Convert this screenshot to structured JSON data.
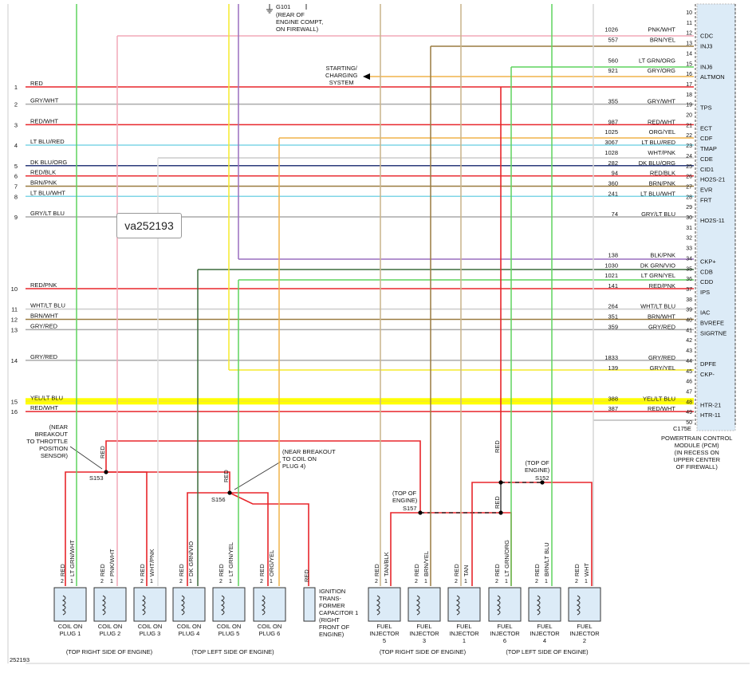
{
  "watermark_tag": "va252193",
  "doc_number": "252193",
  "ground": {
    "id": "G101",
    "desc": "(REAR OF\nENGINE COMPT,\nON FIREWALL)"
  },
  "starting_charging": "STARTING/\nCHARGING\nSYSTEM",
  "pcm": {
    "connector": "C175E",
    "desc": "POWERTRAIN CONTROL\nMODULE (PCM)\n(IN RECESS ON\nUPPER CENTER\nOF FIREWALL)"
  },
  "left_wires": [
    {
      "n": "1",
      "color": "RED"
    },
    {
      "n": "2",
      "color": "GRY/WHT"
    },
    {
      "n": "3",
      "color": "RED/WHT"
    },
    {
      "n": "4",
      "color": "LT BLU/RED"
    },
    {
      "n": "5",
      "color": "DK BLU/ORG"
    },
    {
      "n": "6",
      "color": "RED/BLK"
    },
    {
      "n": "7",
      "color": "BRN/PNK"
    },
    {
      "n": "8",
      "color": "LT BLU/WHT"
    },
    {
      "n": "9",
      "color": "GRY/LT BLU"
    },
    {
      "n": "10",
      "color": "RED/PNK"
    },
    {
      "n": "11",
      "color": "WHT/LT BLU"
    },
    {
      "n": "12",
      "color": "BRN/WHT"
    },
    {
      "n": "13",
      "color": "GRY/RED"
    },
    {
      "n": "14",
      "color": "GRY/RED"
    },
    {
      "n": "15",
      "color": "YEL/LT BLU"
    },
    {
      "n": "16",
      "color": "RED/WHT"
    }
  ],
  "pcm_pins": [
    {
      "pin": "10",
      "circuit": "",
      "color": "",
      "name": ""
    },
    {
      "pin": "11",
      "circuit": "",
      "color": "",
      "name": ""
    },
    {
      "pin": "12",
      "circuit": "1026",
      "color": "PNK/WHT",
      "name": "CDC"
    },
    {
      "pin": "13",
      "circuit": "557",
      "color": "BRN/YEL",
      "name": "INJ3"
    },
    {
      "pin": "14",
      "circuit": "",
      "color": "",
      "name": ""
    },
    {
      "pin": "15",
      "circuit": "560",
      "color": "LT GRN/ORG",
      "name": "INJ6"
    },
    {
      "pin": "16",
      "circuit": "921",
      "color": "GRY/ORG",
      "name": "ALTMON"
    },
    {
      "pin": "17",
      "circuit": "",
      "color": "",
      "name": ""
    },
    {
      "pin": "18",
      "circuit": "",
      "color": "",
      "name": ""
    },
    {
      "pin": "19",
      "circuit": "355",
      "color": "GRY/WHT",
      "name": "TPS"
    },
    {
      "pin": "20",
      "circuit": "",
      "color": "",
      "name": ""
    },
    {
      "pin": "21",
      "circuit": "987",
      "color": "RED/WHT",
      "name": "ECT"
    },
    {
      "pin": "22",
      "circuit": "1025",
      "color": "ORG/YEL",
      "name": "CDF"
    },
    {
      "pin": "23",
      "circuit": "3067",
      "color": "LT BLU/RED",
      "name": "TMAP"
    },
    {
      "pin": "24",
      "circuit": "1028",
      "color": "WHT/PNK",
      "name": "CDE"
    },
    {
      "pin": "25",
      "circuit": "282",
      "color": "DK BLU/ORG",
      "name": "CID1"
    },
    {
      "pin": "26",
      "circuit": "94",
      "color": "RED/BLK",
      "name": "HO2S-21"
    },
    {
      "pin": "27",
      "circuit": "360",
      "color": "BRN/PNK",
      "name": "EVR"
    },
    {
      "pin": "28",
      "circuit": "241",
      "color": "LT BLU/WHT",
      "name": "FRT"
    },
    {
      "pin": "29",
      "circuit": "",
      "color": "",
      "name": ""
    },
    {
      "pin": "30",
      "circuit": "74",
      "color": "GRY/LT BLU",
      "name": "HO2S-11"
    },
    {
      "pin": "31",
      "circuit": "",
      "color": "",
      "name": ""
    },
    {
      "pin": "32",
      "circuit": "",
      "color": "",
      "name": ""
    },
    {
      "pin": "33",
      "circuit": "",
      "color": "",
      "name": ""
    },
    {
      "pin": "34",
      "circuit": "138",
      "color": "BLK/PNK",
      "name": "CKP+"
    },
    {
      "pin": "35",
      "circuit": "1030",
      "color": "DK GRN/VIO",
      "name": "CDB"
    },
    {
      "pin": "36",
      "circuit": "1021",
      "color": "LT GRN/YEL",
      "name": "CDD"
    },
    {
      "pin": "37",
      "circuit": "141",
      "color": "RED/PNK",
      "name": "IPS"
    },
    {
      "pin": "38",
      "circuit": "",
      "color": "",
      "name": ""
    },
    {
      "pin": "39",
      "circuit": "264",
      "color": "WHT/LT BLU",
      "name": "IAC"
    },
    {
      "pin": "40",
      "circuit": "351",
      "color": "BRN/WHT",
      "name": "BVREFE"
    },
    {
      "pin": "41",
      "circuit": "359",
      "color": "GRY/RED",
      "name": "SIGRTNE"
    },
    {
      "pin": "42",
      "circuit": "",
      "color": "",
      "name": ""
    },
    {
      "pin": "43",
      "circuit": "",
      "color": "",
      "name": ""
    },
    {
      "pin": "44",
      "circuit": "1833",
      "color": "GRY/RED",
      "name": "DPFE"
    },
    {
      "pin": "45",
      "circuit": "139",
      "color": "GRY/YEL",
      "name": "CKP-"
    },
    {
      "pin": "46",
      "circuit": "",
      "color": "",
      "name": ""
    },
    {
      "pin": "47",
      "circuit": "",
      "color": "",
      "name": ""
    },
    {
      "pin": "48",
      "circuit": "388",
      "color": "YEL/LT BLU",
      "name": "HTR-21"
    },
    {
      "pin": "49",
      "circuit": "387",
      "color": "RED/WHT",
      "name": "HTR-11"
    },
    {
      "pin": "50",
      "circuit": "",
      "color": "",
      "name": ""
    }
  ],
  "splices": {
    "s153": {
      "id": "S153",
      "note": "(NEAR\nBREAKOUT\nTO THROTTLE\nPOSITION\nSENSOR)"
    },
    "s156": {
      "id": "S156",
      "note": "(NEAR BREAKOUT\nTO COIL ON\nPLUG 4)"
    },
    "s157": {
      "id": "S157",
      "note": "(TOP OF\nENGINE)"
    },
    "s152": {
      "id": "S152",
      "note": "(TOP OF\nENGINE)"
    }
  },
  "splice_wire_label": "RED",
  "components": [
    {
      "name": "COIL ON\nPLUG 1",
      "pin2": "RED",
      "pin1": "LT GRN/WHT"
    },
    {
      "name": "COIL ON\nPLUG 2",
      "pin2": "RED",
      "pin1": "PNK/WHT"
    },
    {
      "name": "COIL ON\nPLUG 3",
      "pin2": "RED",
      "pin1": "WHT/PNK"
    },
    {
      "name": "COIL ON\nPLUG 4",
      "pin2": "RED",
      "pin1": "DK GRN/VIO"
    },
    {
      "name": "COIL ON\nPLUG 5",
      "pin2": "RED",
      "pin1": "LT GRN/YEL"
    },
    {
      "name": "COIL ON\nPLUG 6",
      "pin2": "RED",
      "pin1": "ORG/YEL"
    },
    {
      "name": "FUEL\nINJECTOR\n5",
      "pin2": "RED",
      "pin1": "TAN/BLK"
    },
    {
      "name": "FUEL\nINJECTOR\n3",
      "pin2": "RED",
      "pin1": "BRN/YEL"
    },
    {
      "name": "FUEL\nINJECTOR\n1",
      "pin2": "RED",
      "pin1": "TAN"
    },
    {
      "name": "FUEL\nINJECTOR\n6",
      "pin2": "RED",
      "pin1": "LT GRN/ORG"
    },
    {
      "name": "FUEL\nINJECTOR\n4",
      "pin2": "RED",
      "pin1": "BRN/LT BLU"
    },
    {
      "name": "FUEL\nINJECTOR\n2",
      "pin2": "RED",
      "pin1": "WHT"
    }
  ],
  "capacitor": {
    "wire": "RED",
    "name": "IGNITION\nTRANS-\nFORMER\nCAPACITOR 1\n(RIGHT\nFRONT OF\nENGINE)"
  },
  "location_labels": [
    "(TOP RIGHT SIDE OF ENGINE)",
    "(TOP LEFT SIDE OF ENGINE)",
    "(TOP RIGHT SIDE OF ENGINE)",
    "(TOP LEFT SIDE OF ENGINE)"
  ],
  "colors": {
    "red": "#e8262b",
    "ltgrn": "#5fd35f",
    "pnk": "#f2a8b8",
    "tan": "#c9b48a",
    "yel": "#f5ea2c",
    "ltblu": "#7fd6e6",
    "dkblu": "#2a3a7a",
    "brn": "#9a7b40",
    "gry": "#aaaaaa",
    "org": "#f0b44a",
    "dkgrn": "#3d6b3d",
    "vio": "#9a6fbf",
    "pcm_fill": "#dcebf7",
    "yellow_highlight": "#ffff00"
  }
}
